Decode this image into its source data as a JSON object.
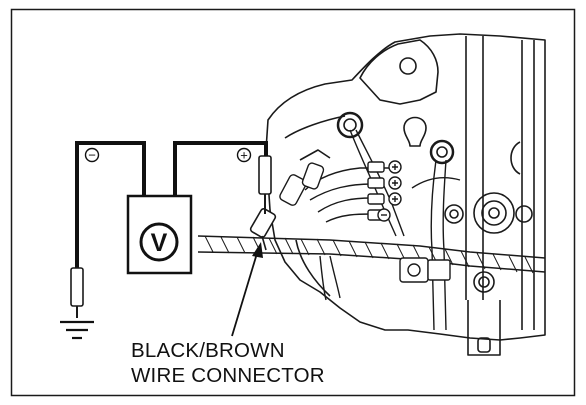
{
  "diagram": {
    "caption_line1": "BLACK/BROWN",
    "caption_line2": "WIRE CONNECTOR",
    "meter_symbol": "V",
    "negative_symbol": "−",
    "positive_symbol": "+",
    "icons": [
      "voltmeter-icon",
      "ground-symbol-icon",
      "negative-terminal-icon",
      "positive-terminal-icon"
    ],
    "colors": {
      "ink": "#1a1a1a",
      "paper": "#ffffff"
    }
  }
}
